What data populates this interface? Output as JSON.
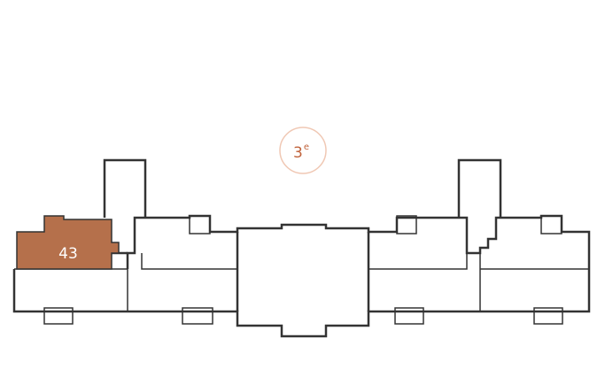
{
  "floor": {
    "number": "3",
    "suffix": "e"
  },
  "units": [
    {
      "id": "43",
      "label": "43",
      "selected": true
    }
  ],
  "colors": {
    "accent": "#b5704b",
    "wall": "#333333",
    "floor_badge": "#c0623a"
  }
}
